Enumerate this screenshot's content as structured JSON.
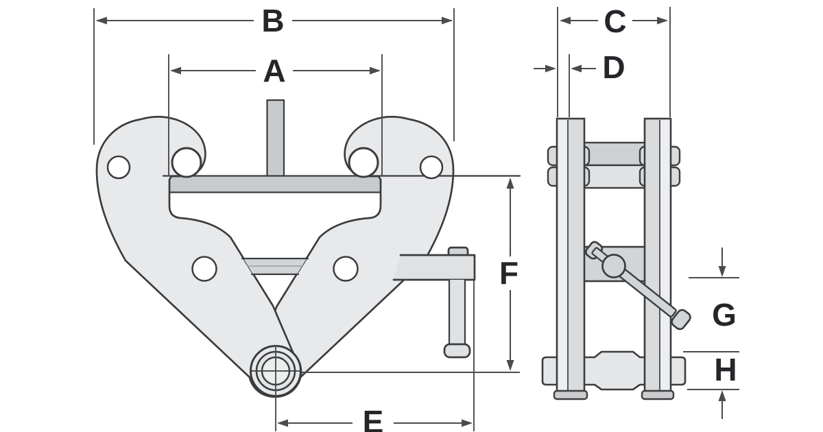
{
  "drawing": {
    "description": "Beam clamp dimensional diagram, front view and side view"
  },
  "dimensions": {
    "a": "A",
    "b": "B",
    "c": "C",
    "d": "D",
    "e": "E",
    "f": "F",
    "g": "G",
    "h": "H"
  },
  "colors": {
    "background": "#ffffff",
    "outline": "#3b3c3e",
    "dim": "#4a4b4d",
    "label": "#26262a",
    "fill_light": "#e8e9eb",
    "fill_mid": "#c8cbce",
    "fill_soft": "#dfe1e3",
    "fill_band": "#d2d5d8"
  }
}
